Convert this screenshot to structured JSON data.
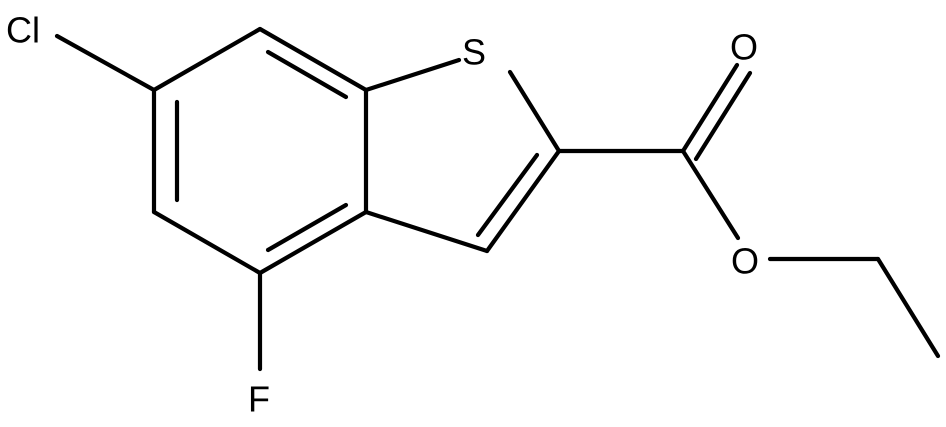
{
  "molecule": {
    "atoms": {
      "cl": "Cl",
      "s": "S",
      "f": "F",
      "o_carbonyl": "O",
      "o_ester": "O"
    }
  }
}
